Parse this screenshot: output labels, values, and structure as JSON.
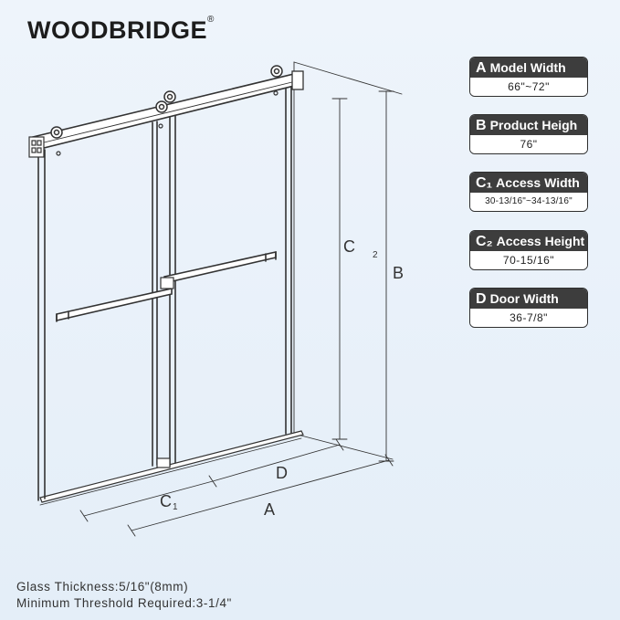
{
  "brand": {
    "name": "WOODBRIDGE",
    "mark": "®"
  },
  "specs": [
    {
      "letter": "A",
      "label": "Model Width",
      "value": "66\"~72\""
    },
    {
      "letter": "B",
      "label": "Product Heigh",
      "value": "76\""
    },
    {
      "letter": "C₁",
      "label": "Access Width",
      "value": "30-13/16\"~34-13/16\""
    },
    {
      "letter": "C₂",
      "label": "Access Height",
      "value": "70-15/16\""
    },
    {
      "letter": "D",
      "label": "Door Width",
      "value": "36-7/8\""
    }
  ],
  "dimension_labels": {
    "a": "A",
    "b": "B",
    "c": "C",
    "c_sub": "2",
    "c1": "C",
    "c1_sub": "1",
    "d": "D"
  },
  "notes": {
    "glass": "Glass Thickness:5/16\"(8mm)",
    "threshold": "Minimum Threshold Required:3-1/4\""
  },
  "colors": {
    "header_bg": "#3d3d3d",
    "frame": "#333333",
    "background": "#eaf2fa"
  }
}
